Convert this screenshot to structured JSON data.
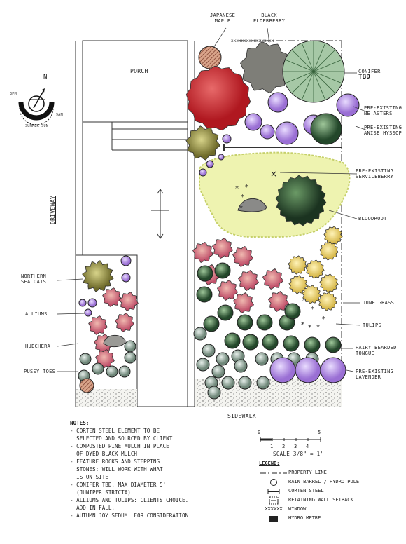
{
  "compass": {
    "north": "N",
    "west_label": "3PM",
    "east_label": "9AM",
    "bottom_label": "SUMMER SUN"
  },
  "site": {
    "porch": "PORCH",
    "driveway": "DRIVEWAY",
    "sidewalk": "SIDEWALK"
  },
  "labels": {
    "japanese_maple": [
      "JAPANESE",
      "MAPLE"
    ],
    "black_elderberry": [
      "BLACK",
      "ELDERBERRY"
    ],
    "conifer": [
      "CONIFER",
      "TBD"
    ],
    "asters": [
      "PRE-EXISTING",
      "NE ASTERS"
    ],
    "anise": [
      "PRE-EXISTING",
      "ANISE HYSSOP"
    ],
    "serviceberry": [
      "PRE-EXISTING",
      "SERVICEBERRY"
    ],
    "bloodroot": [
      "BLOODROOT"
    ],
    "northern_sea_oats": [
      "NORTHERN",
      "SEA OATS"
    ],
    "alliums": [
      "ALLIUMS"
    ],
    "heuchera": [
      "HUECHERA"
    ],
    "pussy_toes": [
      "PUSSY TOES"
    ],
    "june_grass": [
      "JUNE GRASS"
    ],
    "tulips": [
      "TULIPS"
    ],
    "hairy_beardtongue": [
      "HAIRY BEARDED",
      "TONGUE"
    ],
    "lavender": [
      "PRE-EXISTING",
      "LAVENDER"
    ]
  },
  "notes": {
    "title": "NOTES:",
    "lines": [
      "- CORTEN STEEL ELEMENT TO BE",
      "  SELECTED AND SOURCED BY CLIENT",
      "- COMPOSTED PINE MULCH IN PLACE",
      "  OF DYED BLACK MULCH",
      "- FEATURE ROCKS AND STEPPING",
      "  STONES: WILL WORK WITH WHAT",
      "  IS ON SITE",
      "- CONIFER TBD. MAX DIAMETER 5'",
      "  (JUNIPER STRICTA)",
      "- ALLIUMS AND TULIPS: CLIENTS CHOICE.",
      "  ADD IN FALL.",
      "- AUTUMN JOY SEDUM: FOR CONSIDERATION"
    ]
  },
  "scale": {
    "ticks": [
      "0",
      "1",
      "2",
      "3",
      "4",
      "5"
    ],
    "text": "SCALE 3/8\" = 1'"
  },
  "legend": {
    "title": "LEGEND:",
    "items": [
      "PROPERTY LINE",
      "RAIN BARREL / HYDRO POLE",
      "CORTEN STEEL",
      "RETAINING WALL SETBACK",
      "WINDOW",
      "HYDRO METRE"
    ]
  },
  "colors": {
    "maple_red": "#c8202a",
    "purple": "#9a6fd4",
    "green_dark": "#2e5e2e",
    "heuchera_pink": "#d98a8a",
    "june_yellow": "#e8d06a",
    "lawn_yellow": "#eef3b0",
    "grey_rock": "#8a8a88"
  }
}
